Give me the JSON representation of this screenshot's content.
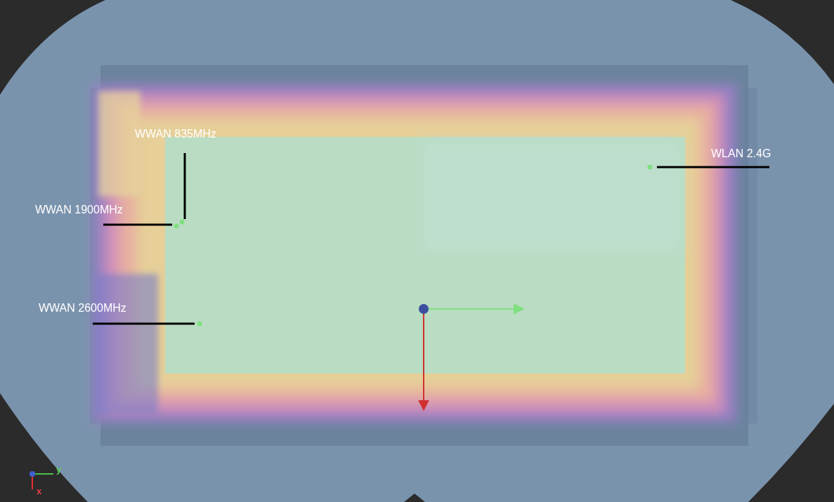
{
  "diagram": {
    "labels": [
      "WWAN 835MHz",
      "WWAN 1900MHz",
      "WWAN 2600MHz",
      "WLAN 2.4G",
      "y",
      "x"
    ]
  }
}
